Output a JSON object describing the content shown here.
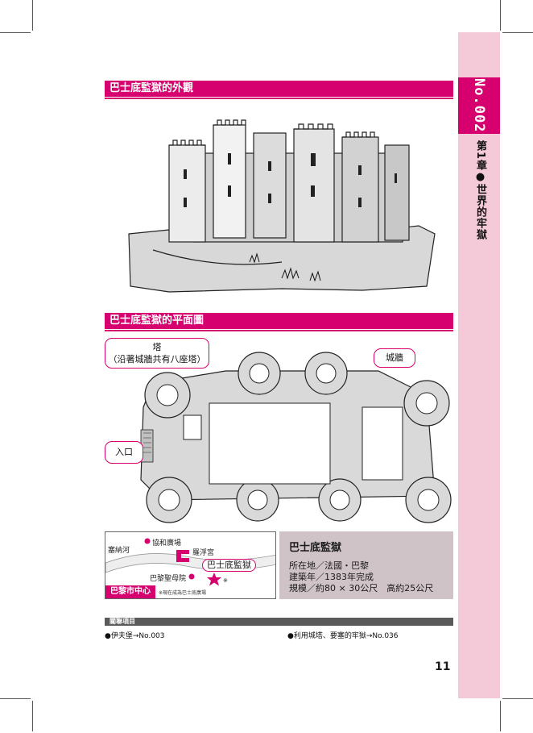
{
  "sidebar": {
    "number": "No.002",
    "chapter": "第1章●世界的牢獄"
  },
  "sections": {
    "exterior_title": "巴士底監獄的外觀",
    "plan_title": "巴士底監獄的平面圖"
  },
  "plan": {
    "callout_tower_line1": "塔",
    "callout_tower_line2": "（沿著城牆共有八座塔）",
    "callout_wall": "城牆",
    "callout_entrance": "入口"
  },
  "map": {
    "label_seine": "塞納河",
    "label_concorde": "協和廣場",
    "label_louvre": "羅浮宮",
    "label_bastille": "巴士底監獄",
    "label_notredame": "巴黎聖母院",
    "label_city_center": "巴黎市中心",
    "note": "※現在成為巴士底廣場",
    "note_mark": "※"
  },
  "info": {
    "title": "巴士底監獄",
    "location": "所在地／法國・巴黎",
    "built": "建築年／1383年完成",
    "scale": "規模／約80 × 30公尺　高約25公尺"
  },
  "related": {
    "header": "關聯項目",
    "item1": "●伊夫堡→No.003",
    "item2": "●利用城塔、要塞的牢獄→No.036"
  },
  "page_number": "11",
  "colors": {
    "accent": "#d6006e",
    "tab_pink": "#f4c9d8",
    "info_bg": "#cfc3c7"
  }
}
